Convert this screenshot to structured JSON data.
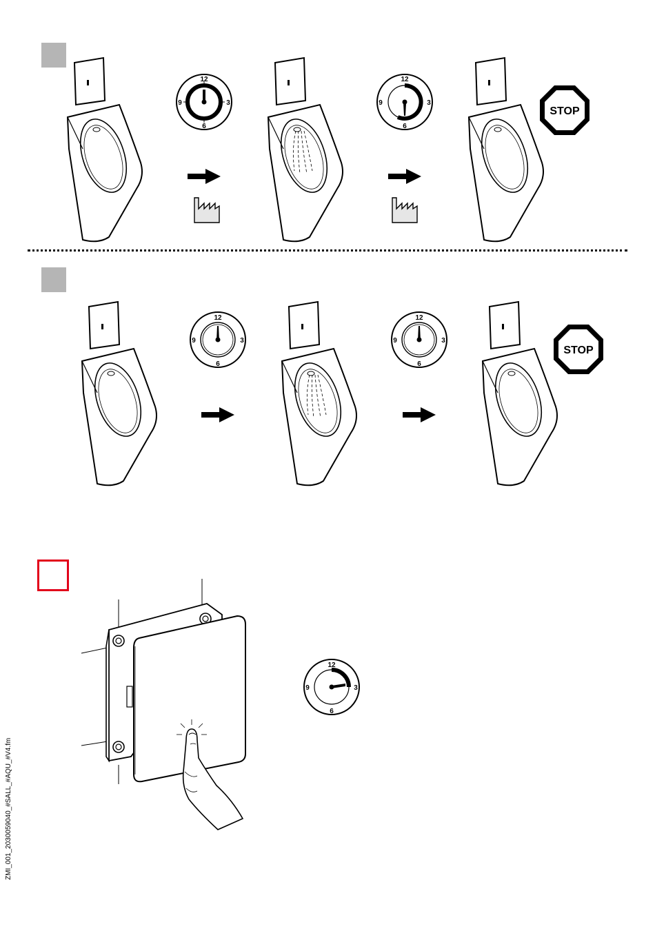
{
  "colors": {
    "marker_gray": "#b5b5b5",
    "marker_red": "#e2001a",
    "ink": "#000000"
  },
  "clock_labels": {
    "twelve": "12",
    "three": "3",
    "six": "6",
    "nine": "9"
  },
  "stop_text": "STOP",
  "sidebar_label": "ZMI_001_2030059040_#SALL_#AQU_#V4.fm",
  "icons": [
    "urinal-sensor-icon",
    "clock-icon",
    "arrow-right-icon",
    "factory-icon",
    "stop-sign-icon",
    "hand-press-icon",
    "control-panel-icon"
  ]
}
